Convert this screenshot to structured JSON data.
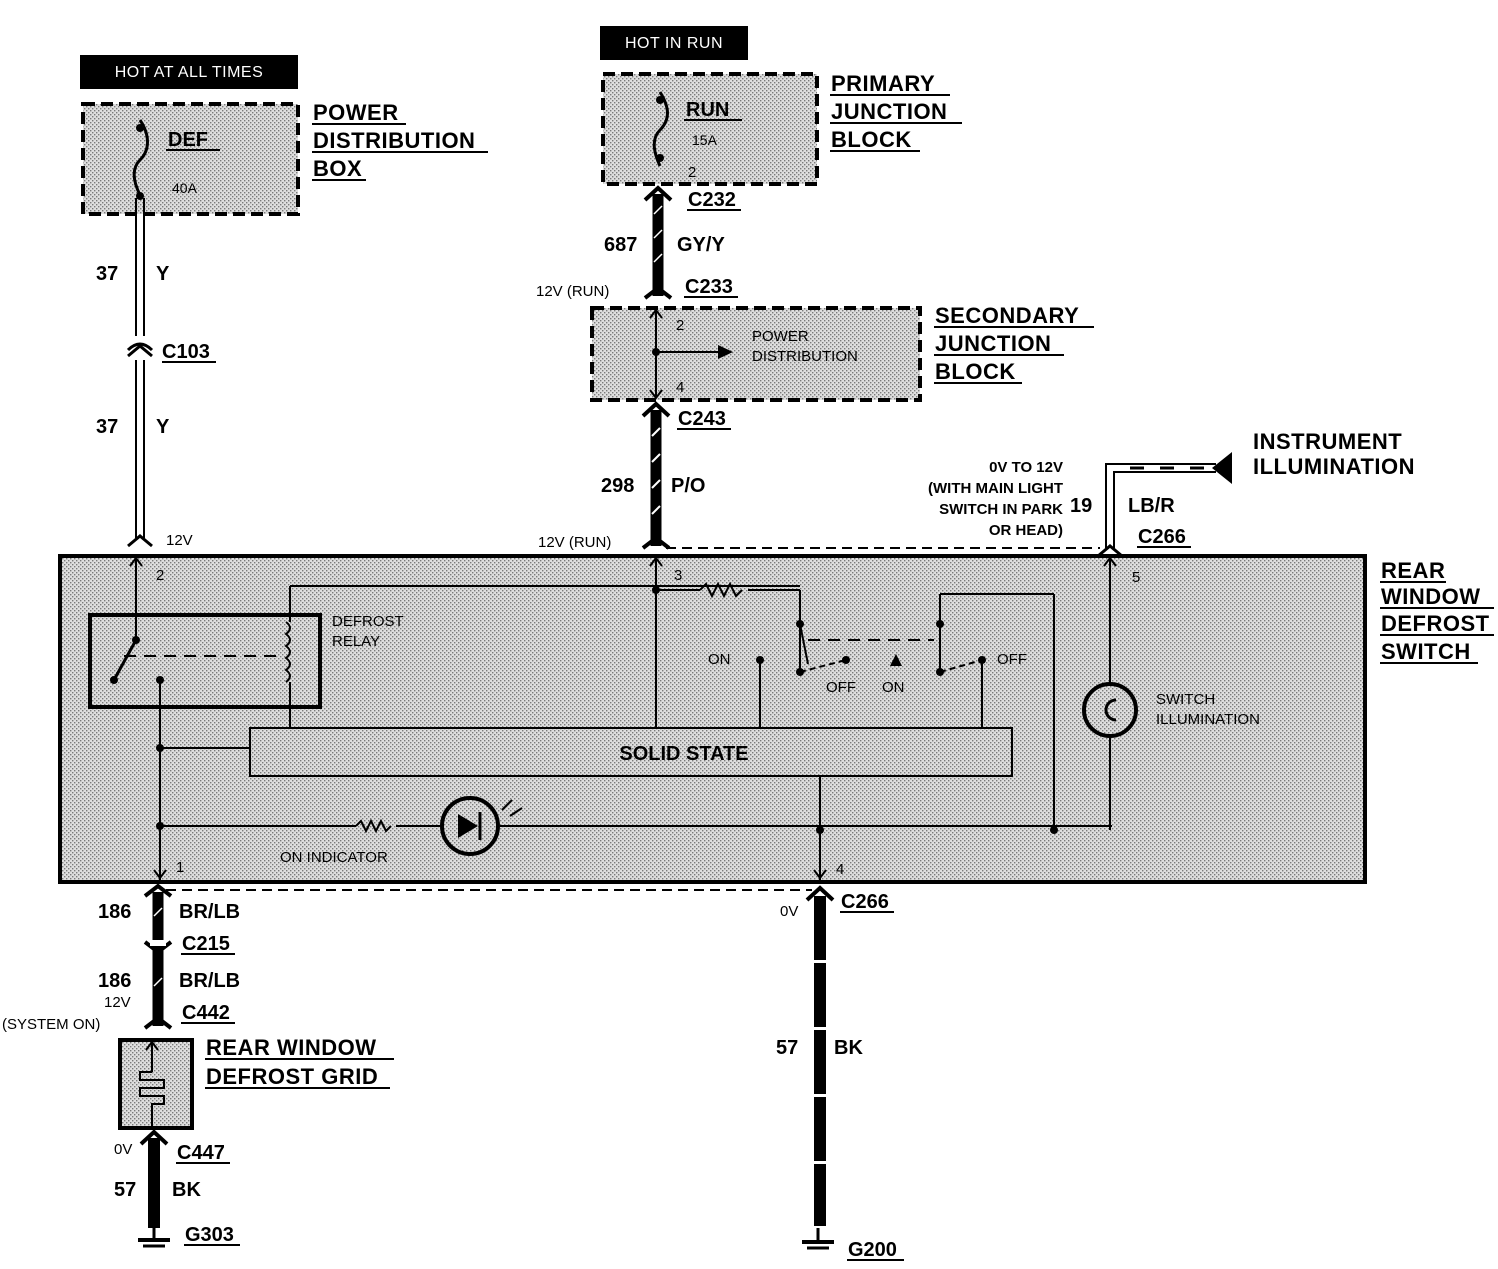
{
  "headers": {
    "hot_at_all_times": "HOT AT ALL TIMES",
    "hot_in_run": "HOT IN RUN"
  },
  "power_distribution_box": {
    "line1": "POWER",
    "line2": "DISTRIBUTION",
    "line3": "BOX",
    "fuse_name": "DEF",
    "fuse_rating": "40A"
  },
  "primary_junction_block": {
    "line1": "PRIMARY",
    "line2": "JUNCTION",
    "line3": "BLOCK",
    "fuse_name": "RUN",
    "fuse_rating": "15A",
    "pin": "2"
  },
  "secondary_junction_block": {
    "line1": "SECONDARY",
    "line2": "JUNCTION",
    "line3": "BLOCK",
    "inner1": "POWER",
    "inner2": "DISTRIBUTION",
    "pin_top": "2",
    "pin_bottom": "4"
  },
  "switch_module": {
    "line1": "REAR",
    "line2": "WINDOW",
    "line3": "DEFROST",
    "line4": "SWITCH",
    "relay1": "DEFROST",
    "relay2": "RELAY",
    "solid_state": "SOLID STATE",
    "on_indicator": "ON INDICATOR",
    "switch_illum1": "SWITCH",
    "switch_illum2": "ILLUMINATION",
    "on_left": "ON",
    "off_left": "OFF",
    "on_right": "ON",
    "off_right": "OFF",
    "pin1": "1",
    "pin2": "2",
    "pin3": "3",
    "pin4": "4",
    "pin5": "5"
  },
  "instrument_illumination": {
    "line1": "INSTRUMENT",
    "line2": "ILLUMINATION"
  },
  "illum_note": {
    "line1": "0V TO 12V",
    "line2": "(WITH MAIN LIGHT",
    "line3": "SWITCH IN PARK",
    "line4": "OR HEAD)"
  },
  "grid": {
    "line1": "REAR WINDOW",
    "line2": "DEFROST GRID"
  },
  "wires": {
    "w37_upper": {
      "circuit": "37",
      "color": "Y"
    },
    "w37_lower": {
      "circuit": "37",
      "color": "Y"
    },
    "w687": {
      "circuit": "687",
      "color": "GY/Y"
    },
    "w298": {
      "circuit": "298",
      "color": "P/O"
    },
    "w19": {
      "circuit": "19",
      "color": "LB/R"
    },
    "w186_upper": {
      "circuit": "186",
      "color": "BR/LB"
    },
    "w186_lower": {
      "circuit": "186",
      "color": "BR/LB"
    },
    "w57_left": {
      "circuit": "57",
      "color": "BK"
    },
    "w57_right": {
      "circuit": "57",
      "color": "BK"
    }
  },
  "connectors": {
    "c103": "C103",
    "c232": "C232",
    "c233": "C233",
    "c243": "C243",
    "c266_top": "C266",
    "c266_bottom": "C266",
    "c215": "C215",
    "c442": "C442",
    "c447": "C447",
    "g303": "G303",
    "g200": "G200"
  },
  "voltages": {
    "v12_pin2": "12V",
    "v12_run_c233": "12V (RUN)",
    "v12_run_pin3": "12V (RUN)",
    "v0_c266": "0V",
    "v12_c442": "12V",
    "system_on": "(SYSTEM ON)",
    "v0_c447": "0V"
  }
}
